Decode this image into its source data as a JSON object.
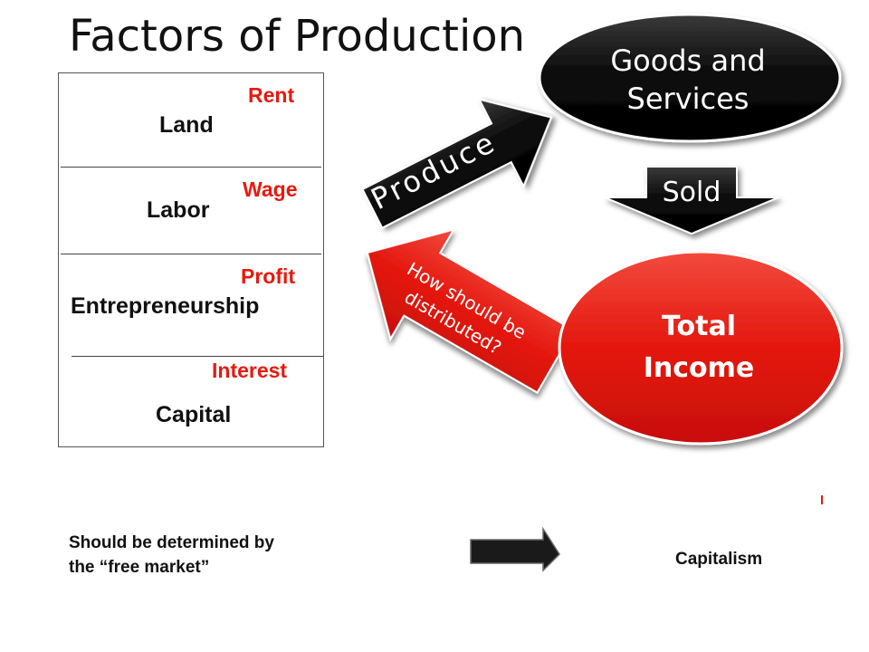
{
  "title": "Factors of Production",
  "factors": [
    {
      "name": "Land",
      "payment": "Rent"
    },
    {
      "name": "Labor",
      "payment": "Wage"
    },
    {
      "name": "Entrepreneurship",
      "payment": "Profit"
    },
    {
      "name": "Capital",
      "payment": "Interest"
    }
  ],
  "flow": {
    "goods_label": "Goods and Services",
    "goods_line1": "Goods and",
    "goods_line2": "Services",
    "produce_label": "Produce",
    "sold_label": "Sold",
    "income_line1": "Total",
    "income_line2": "Income",
    "distribute_line1": "How should be",
    "distribute_line2": "distributed?"
  },
  "bottom": {
    "question_line1": "Should be determined by",
    "question_line2": "the “free market”",
    "answer": "Capitalism"
  },
  "colors": {
    "payment_red": "#e8190f",
    "arrow_red": "#ee1c1c",
    "ellipse_black": "#111111",
    "ellipse_red": "#ee1c1c"
  }
}
